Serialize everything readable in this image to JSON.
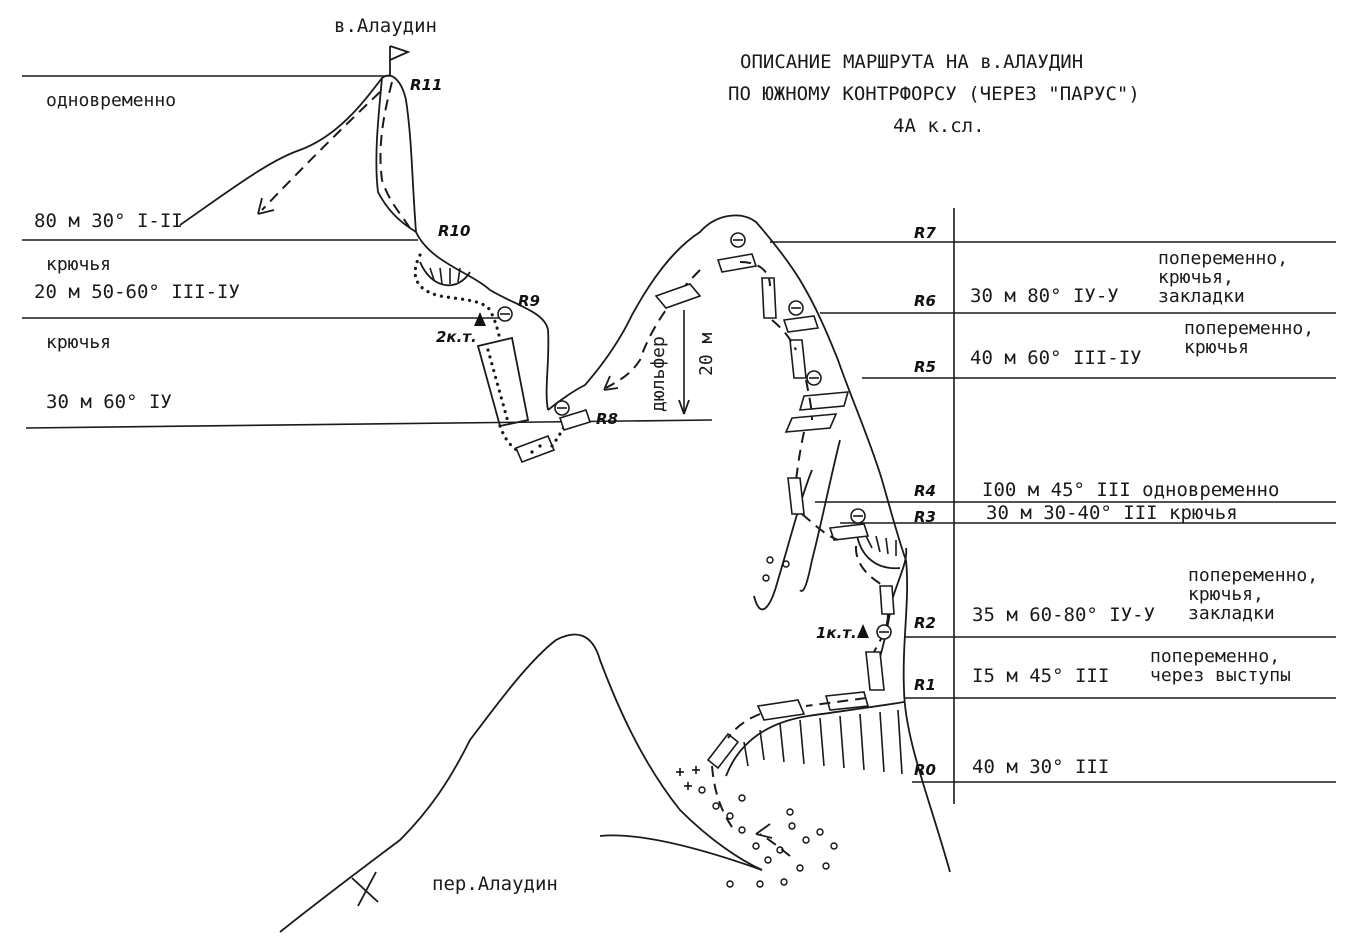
{
  "title": {
    "line1": "ОПИСАНИЕ МАРШРУТА НА в.АЛАУДИН",
    "line2": "ПО ЮЖНОМУ КОНТРФОРСУ (ЧЕРЕЗ \"ПАРУС\")",
    "line3": "4А к.сл."
  },
  "peak_label": "в.Алаудин",
  "pass_label": "пер.Алаудин",
  "left_table": [
    {
      "note": "одновременно",
      "desc": "80 м 30° I-II"
    },
    {
      "note": "крючья",
      "desc": "20 м 50-60° III-IУ"
    },
    {
      "note": "крючья",
      "desc": "30 м 60° IУ"
    }
  ],
  "right_table": [
    {
      "id": "R7",
      "desc": "",
      "note": ""
    },
    {
      "id": "R6",
      "desc": "30 м 80° IУ-У",
      "note": "попеременно,\nкрючья,\nзакладки"
    },
    {
      "id": "R5",
      "desc": "40 м 60° III-IУ",
      "note": "попеременно,\nкрючья"
    },
    {
      "id": "R4",
      "desc": "I00 м 45° III одновременно",
      "note": ""
    },
    {
      "id": "R3",
      "desc": "30 м 30-40° III крючья",
      "note": ""
    },
    {
      "id": "R2",
      "desc": "35 м 60-80° IУ-У",
      "note": "попеременно,\nкрючья,\nзакладки"
    },
    {
      "id": "R1",
      "desc": "I5 м 45° III",
      "note": "попеременно,\nчерез выступы"
    },
    {
      "id": "R0",
      "desc": "40 м 30° III",
      "note": ""
    }
  ],
  "route_points": {
    "R11": "R11",
    "R10": "R10",
    "R9": "R9",
    "R8": "R8"
  },
  "control_points": {
    "cp1": "1к.т.",
    "cp2": "2к.т."
  },
  "dulfer_label": "дюльфер",
  "dulfer_length": "20 м"
}
